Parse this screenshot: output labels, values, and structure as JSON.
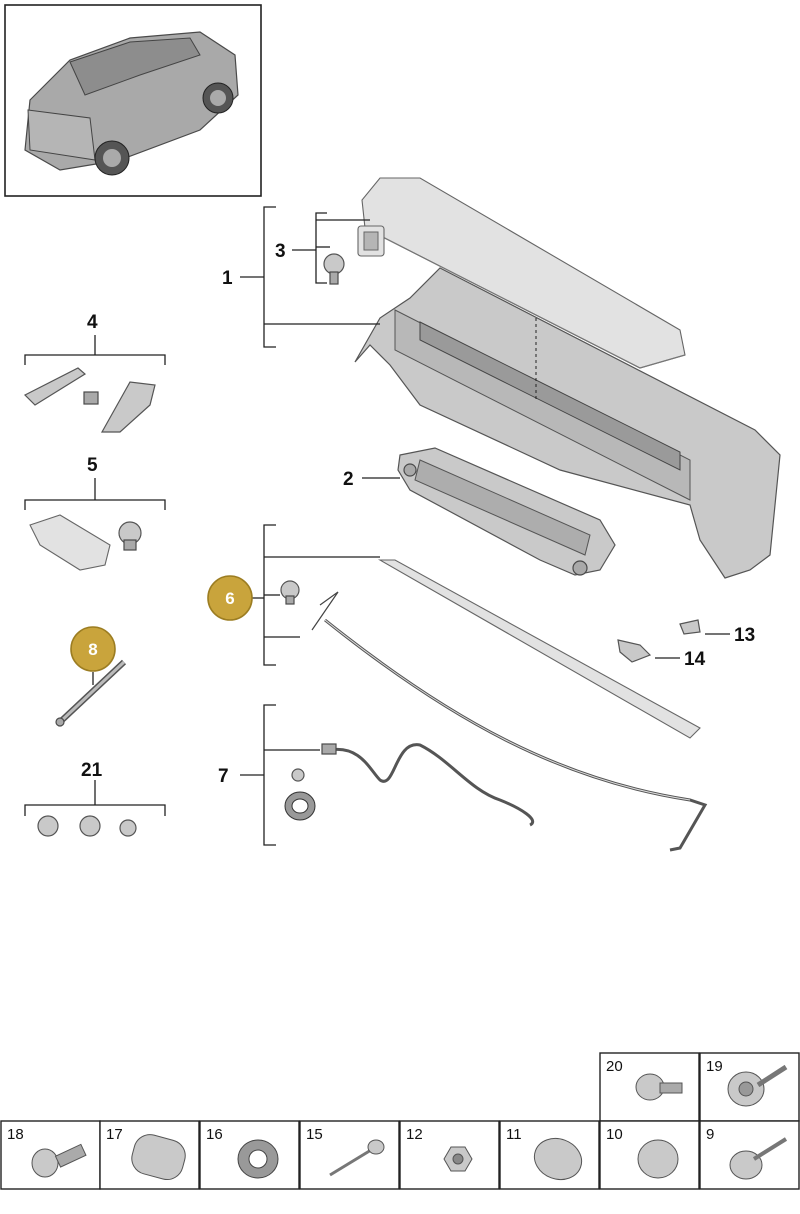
{
  "colors": {
    "badge": "#c9a43c",
    "badge_border": "#9c7d22",
    "part_fill": "#c9c9c9",
    "line": "#222222"
  },
  "callouts": {
    "c1": "1",
    "c2": "2",
    "c3": "3",
    "c4": "4",
    "c5": "5",
    "c6": "6",
    "c7": "7",
    "c8": "8",
    "c13": "13",
    "c14": "14",
    "c21": "21"
  },
  "hardware_cells": [
    {
      "num": "20",
      "icon": "flange-bolt-icon"
    },
    {
      "num": "19",
      "icon": "washer-bolt-icon"
    },
    {
      "num": "18",
      "icon": "torx-bolt-icon"
    },
    {
      "num": "17",
      "icon": "oval-cap-icon"
    },
    {
      "num": "16",
      "icon": "grommet-icon"
    },
    {
      "num": "15",
      "icon": "rivet-icon"
    },
    {
      "num": "12",
      "icon": "hex-nut-icon"
    },
    {
      "num": "11",
      "icon": "oval-plug-icon"
    },
    {
      "num": "10",
      "icon": "round-plug-icon"
    },
    {
      "num": "9",
      "icon": "screw-icon"
    }
  ]
}
